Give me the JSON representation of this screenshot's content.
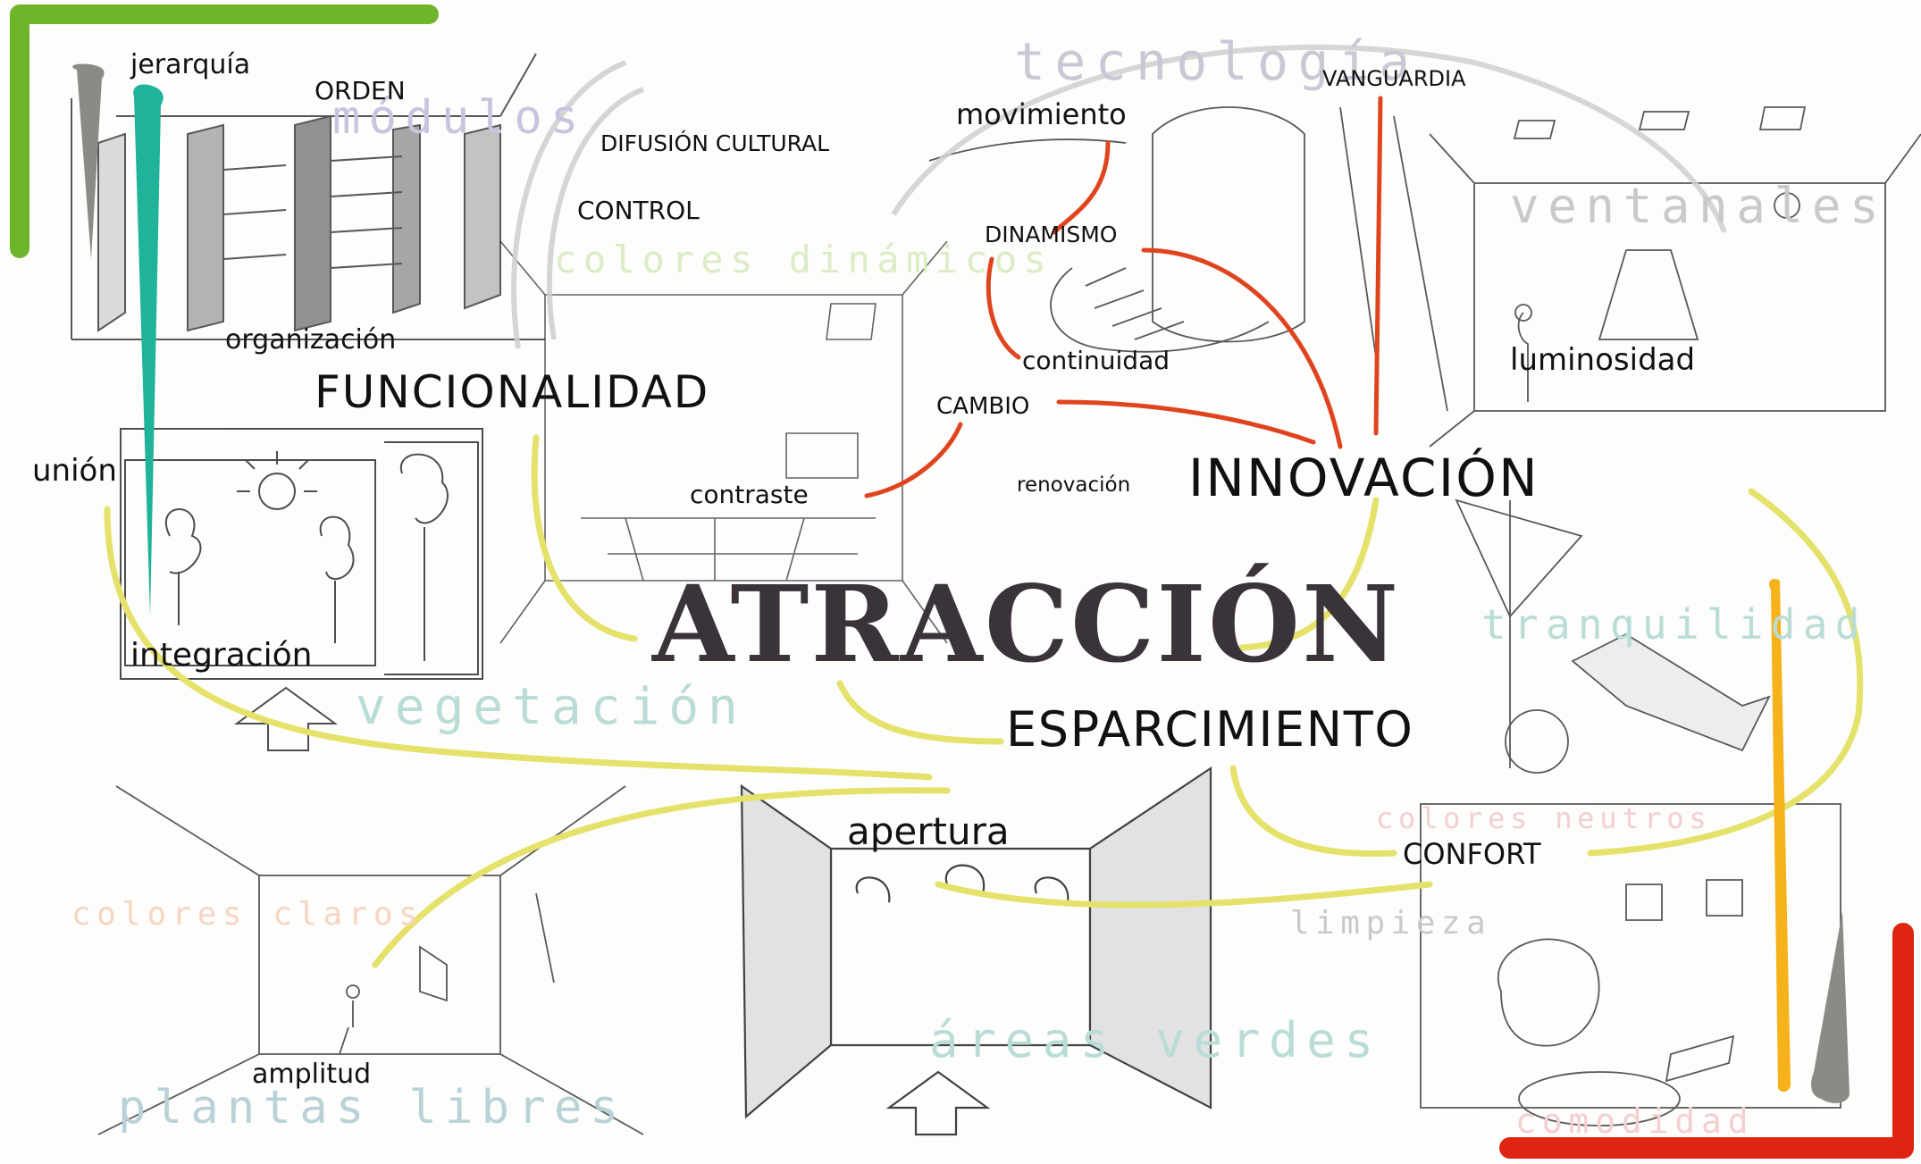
{
  "title": {
    "text": "ATRACCIÓN",
    "color": "#3a333a"
  },
  "concepts": {
    "funcionalidad": "FUNCIONALIDAD",
    "innovacion": "INNOVACIÓN",
    "esparcimiento": "ESPARCIMIENTO"
  },
  "keywords": {
    "jerarquia": "jerarquía",
    "orden": "ORDEN",
    "organizacion": "organización",
    "difusion": "DIFUSIÓN CULTURAL",
    "control": "CONTROL",
    "union": "unión",
    "integracion": "integración",
    "movimiento": "movimiento",
    "dinamismo": "DINAMISMO",
    "continuidad": "continuidad",
    "cambio": "CAMBIO",
    "contraste": "contraste",
    "renovacion": "renovación",
    "vanguardia": "VANGUARDIA",
    "luminosidad": "luminosidad",
    "apertura": "apertura",
    "confort": "CONFORT",
    "amplitud": "amplitud"
  },
  "ghost_words": {
    "tecnologia": "tecnología",
    "modulos": "módulos",
    "colores_dinamicos": "colores dinámicos",
    "ventanales": "ventanales",
    "tranquilidad": "tranquilidad",
    "vegetacion": "vegetación",
    "colores_neutros": "colores neutros",
    "limpieza": "limpieza",
    "colores_claros": "colores claros",
    "areas_verdes": "áreas verdes",
    "plantas_libres": "plantas libres",
    "comodidad": "comodidad"
  },
  "colors": {
    "ink": "#111111",
    "yellow_connector": "#e4e26a",
    "red_connector": "#e0441e",
    "green_corner": "#6fb52c",
    "red_corner": "#e02412",
    "teal_wedge": "#1fb39a",
    "gray_wedge": "#8a8a86",
    "orange_wedge": "#f5b21a",
    "ghost_gray": "#c9c9d6",
    "ghost_lavender": "#c7c4e0",
    "ghost_teal": "#b9dcd6",
    "ghost_green": "#dcecc6",
    "ghost_peach": "#f6d6c2",
    "ghost_pink": "#f4cfcf"
  }
}
